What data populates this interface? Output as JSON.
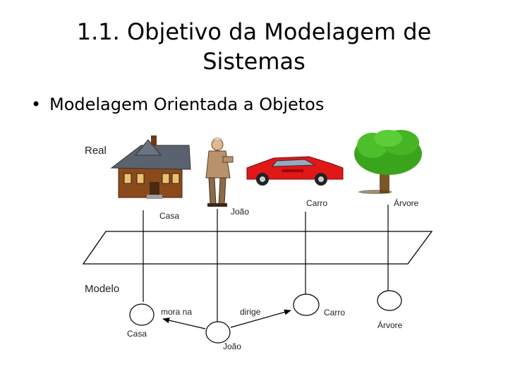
{
  "slide": {
    "title_line1": "1.1. Objetivo da Modelagem de",
    "title_line2": "Sistemas",
    "bullet": "Modelagem Orientada a Objetos"
  },
  "diagram": {
    "real_label": "Real",
    "model_label": "Modelo",
    "real_objects": {
      "casa": "Casa",
      "joao": "João",
      "carro": "Carro",
      "arvore": "Árvore"
    },
    "model_objects": {
      "casa": "Casa",
      "joao": "João",
      "carro": "Carro",
      "arvore": "Árvore"
    },
    "relations": {
      "mora_na": "mora na",
      "dirige": "dirige"
    },
    "colors": {
      "house_wall": "#8b4a1c",
      "house_roof": "#5a6270",
      "car_body": "#e01818",
      "tree_leaves": "#3aa51c",
      "tree_trunk": "#7a5628"
    }
  }
}
